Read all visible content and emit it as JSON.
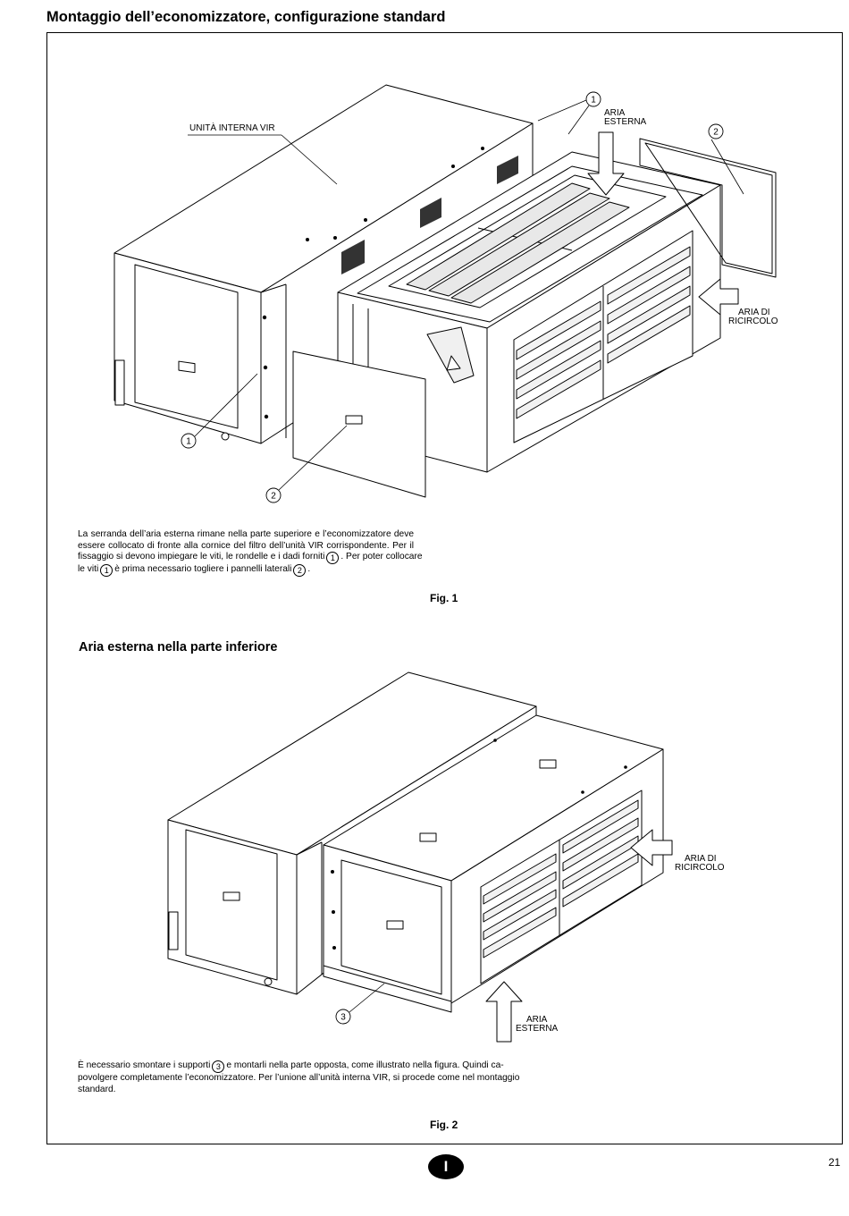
{
  "page": {
    "title": "Montaggio dell’economizzatore, configurazione standard",
    "section2_title": "Aria esterna nella parte inferiore",
    "page_number": "21",
    "language_badge": "I"
  },
  "fig1": {
    "label_unit": "UNITÀ INTERNA VIR",
    "label_outside_1": "ARIA",
    "label_outside_2": "ESTERNA",
    "label_recirc_1": "ARIA DI",
    "label_recirc_2": "RICIRCOLO",
    "callouts": [
      "1",
      "2",
      "1",
      "2"
    ],
    "caption": {
      "l1": "La serranda dell’aria esterna rimane nella parte superiore e l’economizzatore deve",
      "l2": "essere collocato di fronte alla cornice del filtro dell’unità VIR corrispondente. Per il",
      "l3a": "fissaggio si devono impiegare le viti, le rondelle e i dadi forniti",
      "l3_ref": "1",
      "l3b": ". Per poter collocare",
      "l4a": "le viti",
      "l4_ref": "1",
      "l4b": "è prima necessario togliere i pannelli laterali",
      "l4_ref2": "2",
      "l4c": "."
    },
    "fig_label": "Fig. 1"
  },
  "fig2": {
    "label_recirc_1": "ARIA DI",
    "label_recirc_2": "RICIRCOLO",
    "label_outside_1": "ARIA",
    "label_outside_2": "ESTERNA",
    "callout": "3",
    "caption": {
      "l1a": "È necessario smontare i supporti",
      "l1_ref": "3",
      "l1b": "e montarli nella parte opposta, come illustrato nella figura. Quindi ca-",
      "l2": "povolgere completamente l’economizzatore. Per l’unione all’unità interna VIR, si procede come nel montaggio",
      "l3": "standard."
    },
    "fig_label": "Fig. 2"
  }
}
